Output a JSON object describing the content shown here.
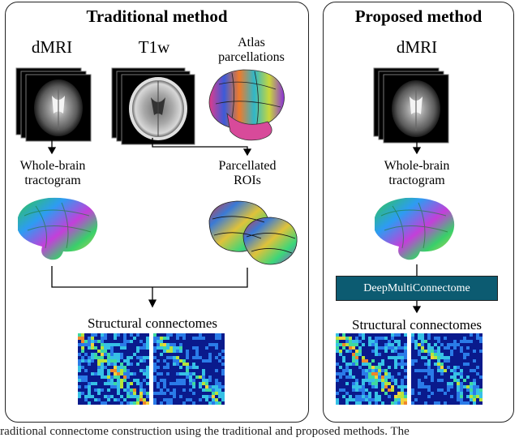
{
  "traditional": {
    "title": "Traditional method",
    "dmri_label": "dMRI",
    "t1w_label": "T1w",
    "atlas_label_1": "Atlas",
    "atlas_label_2": "parcellations",
    "tractogram_label_1": "Whole-brain",
    "tractogram_label_2": "tractogram",
    "rois_label_1": "Parcellated",
    "rois_label_2": "ROIs",
    "connectomes_label": "Structural connectomes"
  },
  "proposed": {
    "title": "Proposed method",
    "dmri_label": "dMRI",
    "tractogram_label_1": "Whole-brain",
    "tractogram_label_2": "tractogram",
    "model_label": "DeepMultiConnectome",
    "connectomes_label": "Structural connectomes"
  },
  "caption": "traditional connectome construction using the traditional and proposed methods. The",
  "colors": {
    "model_box": "#0c5b71",
    "heatmap_bg": "#0a1a8c",
    "border": "#222222"
  }
}
